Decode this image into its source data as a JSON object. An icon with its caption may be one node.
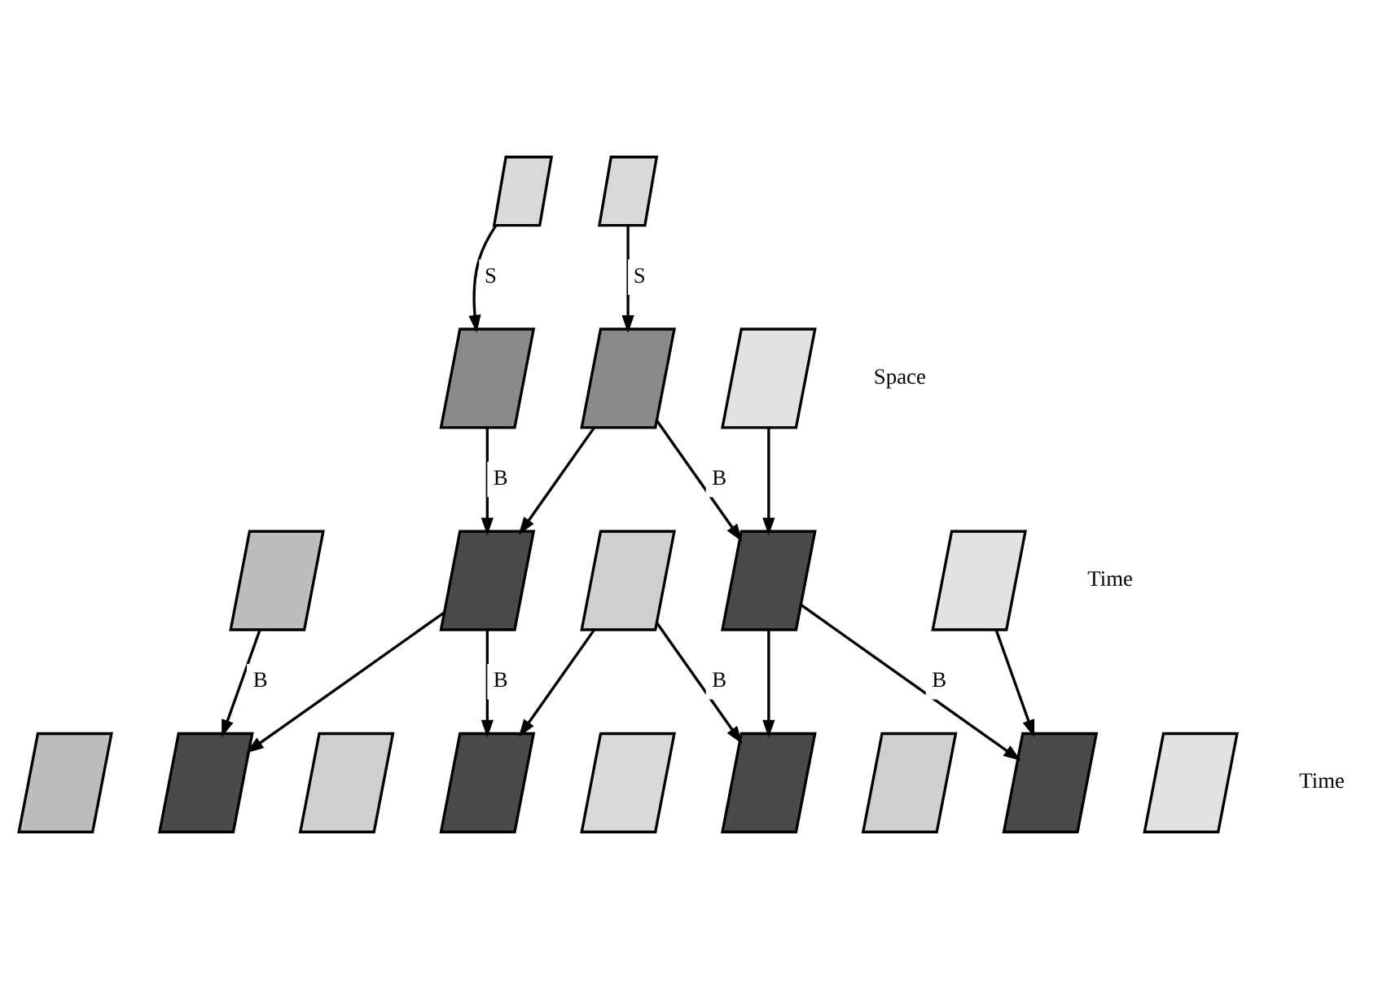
{
  "diagram": {
    "nodes": [
      {
        "text": [],
        "shape": "parallelogram"
      },
      {
        "text": [],
        "shape": "parallelogram"
      },
      {
        "text": [],
        "shape": "parallelogram"
      },
      {
        "text": [],
        "shape": "parallelogram"
      },
      {
        "text": [],
        "shape": "parallelogram"
      },
      {
        "text": [],
        "shape": "parallelogram"
      },
      {
        "text": [],
        "shape": "parallelogram"
      },
      {
        "text": [],
        "shape": "parallelogram"
      },
      {
        "text": [],
        "shape": "parallelogram"
      },
      {
        "text": [],
        "shape": "parallelogram"
      },
      {
        "text": [],
        "shape": "parallelogram"
      },
      {
        "text": [],
        "shape": "parallelogram"
      },
      {
        "text": [],
        "shape": "parallelogram"
      },
      {
        "text": [],
        "shape": "parallelogram"
      },
      {
        "text": [],
        "shape": "parallelogram"
      },
      {
        "text": [],
        "shape": "parallelogram"
      },
      {
        "text": [],
        "shape": "parallelogram"
      },
      {
        "text": [],
        "shape": "parallelogram"
      },
      {
        "text": [],
        "shape": "parallelogram"
      }
    ],
    "edges": [
      {
        "from": 0,
        "to": 2,
        "arrow": "to",
        "label": "S"
      },
      {
        "from": 1,
        "to": 3,
        "arrow": "to",
        "label": "S"
      },
      {
        "from": 2,
        "to": 6,
        "arrow": "to",
        "label": "B"
      },
      {
        "from": 3,
        "to": 6,
        "arrow": "to"
      },
      {
        "from": 3,
        "to": 8,
        "arrow": "to",
        "label": "B"
      },
      {
        "from": 4,
        "to": 8,
        "arrow": "to"
      },
      {
        "from": 5,
        "to": 11,
        "arrow": "to",
        "label": "B"
      },
      {
        "from": 6,
        "to": 11,
        "arrow": "to"
      },
      {
        "from": 6,
        "to": 13,
        "arrow": "to",
        "label": "B"
      },
      {
        "from": 7,
        "to": 13,
        "arrow": "to"
      },
      {
        "from": 7,
        "to": 15,
        "arrow": "to",
        "label": "B"
      },
      {
        "from": 8,
        "to": 15,
        "arrow": "to"
      },
      {
        "from": 8,
        "to": 17,
        "arrow": "to",
        "label": "B"
      },
      {
        "from": 9,
        "to": 17,
        "arrow": "to"
      }
    ],
    "labels": [
      "Space",
      "Time",
      "Time"
    ]
  }
}
